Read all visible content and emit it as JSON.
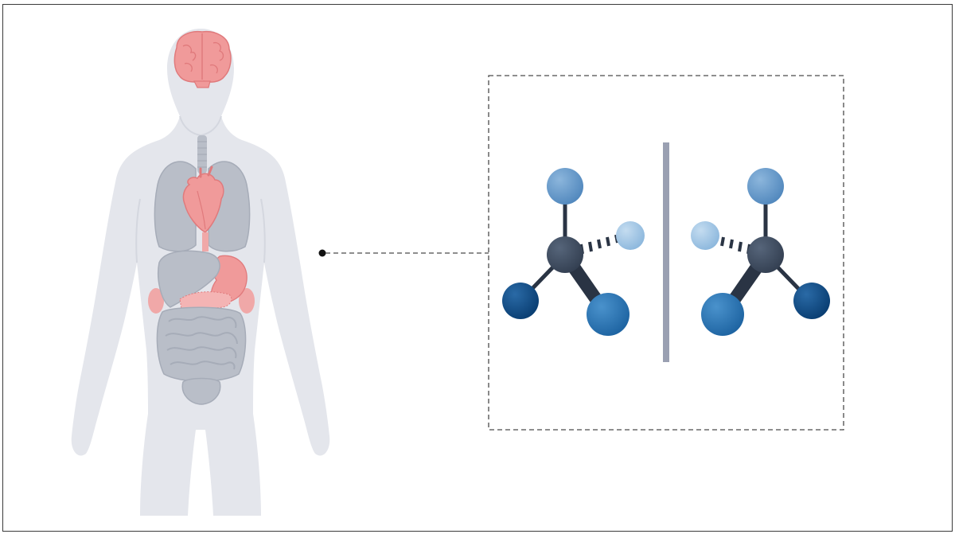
{
  "colors": {
    "body_silhouette": "#e4e6ec",
    "organ_gray": "#b9bec8",
    "organ_gray_dark": "#a6acb8",
    "organ_pink": "#f09a9a",
    "organ_pink_dark": "#e07a7c",
    "frame_border": "#3a3a3a",
    "dashed_line": "#4a4a4a",
    "mirror_plane": "#9aa0b2",
    "atom_center": "#3c4a5e",
    "atom_top": "#5e95c8",
    "atom_small": "#9ec4e4",
    "atom_dark": "#0c4a86",
    "atom_large": "#2672b0"
  },
  "diagram": {
    "subject": "human-body-organs",
    "detail": "enantiomer-pair-mirror-image",
    "molecule_count": 2,
    "atoms_per_molecule": 5
  }
}
